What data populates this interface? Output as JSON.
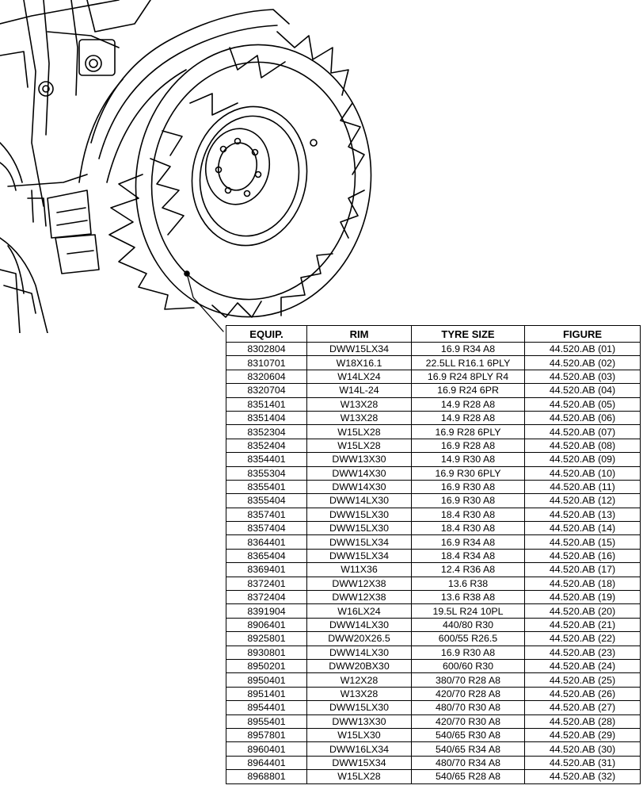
{
  "table": {
    "headers": [
      "EQUIP.",
      "RIM",
      "TYRE SIZE",
      "FIGURE"
    ],
    "rows": [
      [
        "8302804",
        "DWW15LX34",
        "16.9 R34 A8",
        "44.520.AB (01)"
      ],
      [
        "8310701",
        "W18X16.1",
        "22.5LL R16.1 6PLY",
        "44.520.AB (02)"
      ],
      [
        "8320604",
        "W14LX24",
        "16.9 R24 8PLY R4",
        "44.520.AB (03)"
      ],
      [
        "8320704",
        "W14L-24",
        "16.9 R24 6PR",
        "44.520.AB (04)"
      ],
      [
        "8351401",
        "W13X28",
        "14.9 R28 A8",
        "44.520.AB (05)"
      ],
      [
        "8351404",
        "W13X28",
        "14.9 R28 A8",
        "44.520.AB (06)"
      ],
      [
        "8352304",
        "W15LX28",
        "16.9 R28 6PLY",
        "44.520.AB (07)"
      ],
      [
        "8352404",
        "W15LX28",
        "16.9 R28 A8",
        "44.520.AB (08)"
      ],
      [
        "8354401",
        "DWW13X30",
        "14.9 R30 A8",
        "44.520.AB (09)"
      ],
      [
        "8355304",
        "DWW14X30",
        "16.9 R30 6PLY",
        "44.520.AB (10)"
      ],
      [
        "8355401",
        "DWW14X30",
        "16.9 R30 A8",
        "44.520.AB (11)"
      ],
      [
        "8355404",
        "DWW14LX30",
        "16.9 R30 A8",
        "44.520.AB (12)"
      ],
      [
        "8357401",
        "DWW15LX30",
        "18.4 R30 A8",
        "44.520.AB (13)"
      ],
      [
        "8357404",
        "DWW15LX30",
        "18.4 R30 A8",
        "44.520.AB (14)"
      ],
      [
        "8364401",
        "DWW15LX34",
        "16.9 R34 A8",
        "44.520.AB (15)"
      ],
      [
        "8365404",
        "DWW15LX34",
        "18.4 R34 A8",
        "44.520.AB (16)"
      ],
      [
        "8369401",
        "W11X36",
        "12.4 R36 A8",
        "44.520.AB (17)"
      ],
      [
        "8372401",
        "DWW12X38",
        "13.6 R38",
        "44.520.AB (18)"
      ],
      [
        "8372404",
        "DWW12X38",
        "13.6 R38 A8",
        "44.520.AB (19)"
      ],
      [
        "8391904",
        "W16LX24",
        "19.5L R24 10PL",
        "44.520.AB (20)"
      ],
      [
        "8906401",
        "DWW14LX30",
        "440/80 R30",
        "44.520.AB (21)"
      ],
      [
        "8925801",
        "DWW20X26.5",
        "600/55 R26.5",
        "44.520.AB (22)"
      ],
      [
        "8930801",
        "DWW14LX30",
        "16.9 R30 A8",
        "44.520.AB (23)"
      ],
      [
        "8950201",
        "DWW20BX30",
        "600/60 R30",
        "44.520.AB (24)"
      ],
      [
        "8950401",
        "W12X28",
        "380/70 R28 A8",
        "44.520.AB (25)"
      ],
      [
        "8951401",
        "W13X28",
        "420/70 R28 A8",
        "44.520.AB (26)"
      ],
      [
        "8954401",
        "DWW15LX30",
        "480/70 R30 A8",
        "44.520.AB (27)"
      ],
      [
        "8955401",
        "DWW13X30",
        "420/70 R30 A8",
        "44.520.AB (28)"
      ],
      [
        "8957801",
        "W15LX30",
        "540/65 R30 A8",
        "44.520.AB (29)"
      ],
      [
        "8960401",
        "DWW16LX34",
        "540/65 R34 A8",
        "44.520.AB (30)"
      ],
      [
        "8964401",
        "DWW15X34",
        "480/70 R34 A8",
        "44.520.AB (31)"
      ],
      [
        "8968801",
        "W15LX28",
        "540/65 R28 A8",
        "44.520.AB (32)"
      ]
    ]
  }
}
